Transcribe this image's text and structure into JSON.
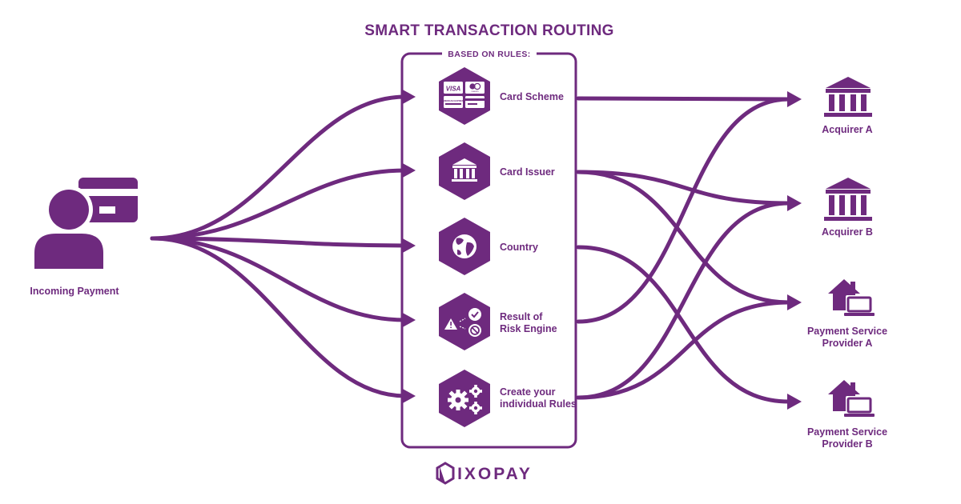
{
  "title": "SMART TRANSACTION ROUTING",
  "rules_header": "BASED ON RULES:",
  "source": {
    "label": "Incoming Payment",
    "icon": "person-with-card-icon"
  },
  "rules": [
    {
      "lines": [
        "Card Scheme"
      ],
      "icon": "card-scheme-icon",
      "logos": {
        "visa": "VISA",
        "maestro": "maestro",
        "amex": "AMERICAN EXPRESS"
      }
    },
    {
      "lines": [
        "Card Issuer"
      ],
      "icon": "bank-icon"
    },
    {
      "lines": [
        "Country"
      ],
      "icon": "globe-icon"
    },
    {
      "lines": [
        "Result of",
        "Risk Engine"
      ],
      "icon": "risk-engine-icon"
    },
    {
      "lines": [
        "Create your",
        "individual Rules"
      ],
      "icon": "gears-icon"
    }
  ],
  "targets": [
    {
      "lines": [
        "Acquirer A"
      ],
      "icon": "bank-icon"
    },
    {
      "lines": [
        "Acquirer B"
      ],
      "icon": "bank-icon"
    },
    {
      "lines": [
        "Payment Service",
        "Provider A"
      ],
      "icon": "house-laptop-icon"
    },
    {
      "lines": [
        "Payment Service",
        "Provider B"
      ],
      "icon": "house-laptop-icon"
    }
  ],
  "brand": "IXOPAY",
  "colors": {
    "primary": "#6e2a7e",
    "background": "#ffffff"
  }
}
